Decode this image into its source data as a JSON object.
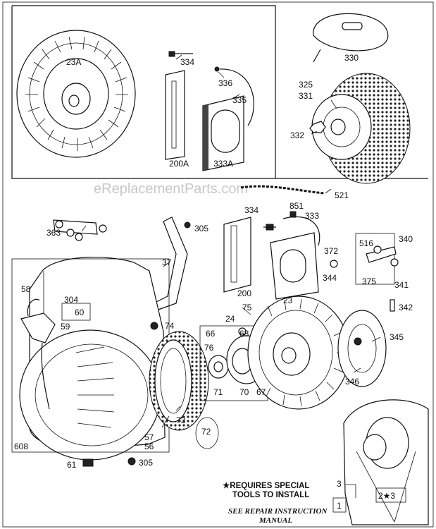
{
  "watermark": "eReplacementParts.com",
  "labels": {
    "l23A": "23A",
    "l334a": "334",
    "l336": "336",
    "l335": "335",
    "l200A": "200A",
    "l333A": "333A",
    "l330": "330",
    "l325": "325",
    "l331": "331",
    "l332": "332",
    "l521": "521",
    "l334b": "334",
    "l851": "851",
    "l333": "333",
    "l363": "363",
    "l305a": "305",
    "l37": "37",
    "l372": "372",
    "l516": "516",
    "l340": "340",
    "l344": "344",
    "l375": "375",
    "l341": "341",
    "l200": "200",
    "l58": "58",
    "l304": "304",
    "l60": "60",
    "l59": "59",
    "l24": "24",
    "l75": "75",
    "l23": "23",
    "l342": "342",
    "l74": "74",
    "l66": "66",
    "l68": "68",
    "l76": "76",
    "l71": "71",
    "l70": "70",
    "l67": "67",
    "l345": "345",
    "l346": "346",
    "l73": "73",
    "l72": "72",
    "l57": "57",
    "l56": "56",
    "l608": "608",
    "l61": "61",
    "l305b": "305",
    "l3": "3",
    "l1": "1",
    "l2s3": "2★3"
  },
  "notes": {
    "special_line1": "★REQUIRES SPECIAL",
    "special_line2": "TOOLS TO INSTALL",
    "manual_line1": "SEE REPAIR INSTRUCTION",
    "manual_line2": "MANUAL"
  }
}
